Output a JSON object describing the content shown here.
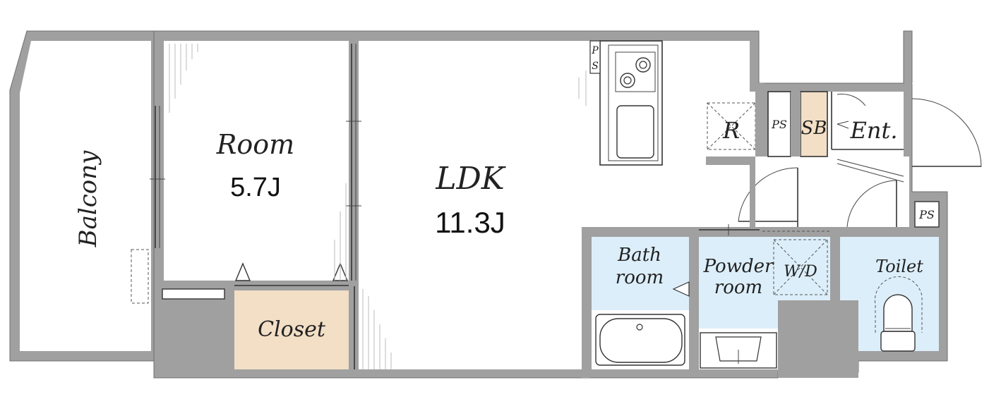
{
  "rooms": {
    "balcony": "Balcony",
    "room_name": "Room",
    "room_size": "5.7J",
    "ldk_name": "LDK",
    "ldk_size": "11.3J",
    "closet": "Closet",
    "bath_line1": "Bath",
    "bath_line2": "room",
    "powder_line1": "Powder",
    "powder_line2": "room",
    "wd": "W/D",
    "toilet": "Toilet",
    "entrance": "Ent.",
    "fridge": "R",
    "shoe_box": "SB",
    "pipe_space": "PS",
    "ps_p": "P",
    "ps_s": "S"
  },
  "colors": {
    "wall": "#a0a0a0",
    "wet_area": "#dceefa",
    "closet": "#f2dfc6"
  }
}
